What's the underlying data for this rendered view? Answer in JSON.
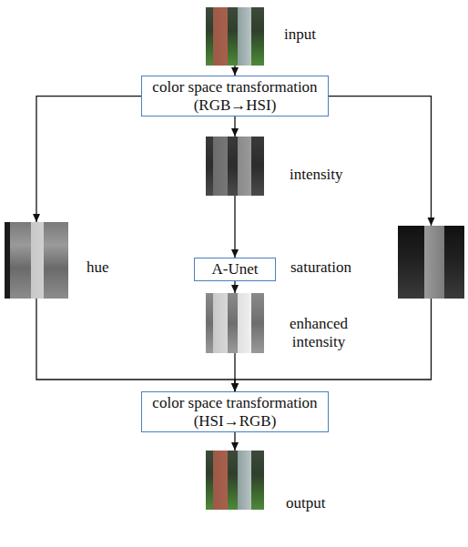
{
  "diagram": {
    "nodes": [
      {
        "text": [
          "input"
        ]
      },
      {
        "text": [
          "color space transformation (RGB→HSI)"
        ]
      },
      {
        "text": [
          "intensity"
        ]
      },
      {
        "text": [
          "hue"
        ]
      },
      {
        "text": [
          "A-Unet"
        ]
      },
      {
        "text": [
          "saturation"
        ]
      },
      {
        "text": [
          "enhanced intensity"
        ]
      },
      {
        "text": [
          "color space transformation (HSI→RGB)"
        ]
      },
      {
        "text": [
          "output"
        ]
      }
    ],
    "edges": [
      {
        "from": 0,
        "to": 1,
        "arrow": "to"
      },
      {
        "from": 1,
        "to": 2,
        "arrow": "to"
      },
      {
        "from": 1,
        "to": 3,
        "arrow": "to"
      },
      {
        "from": 1,
        "to": 5,
        "arrow": "to"
      },
      {
        "from": 2,
        "to": 4,
        "arrow": "to"
      },
      {
        "from": 4,
        "to": 6,
        "arrow": "to"
      },
      {
        "from": 3,
        "to": 7,
        "arrow": "to"
      },
      {
        "from": 6,
        "to": 7,
        "arrow": "to"
      },
      {
        "from": 5,
        "to": 7,
        "arrow": "to"
      },
      {
        "from": 7,
        "to": 8,
        "arrow": "to"
      }
    ]
  }
}
